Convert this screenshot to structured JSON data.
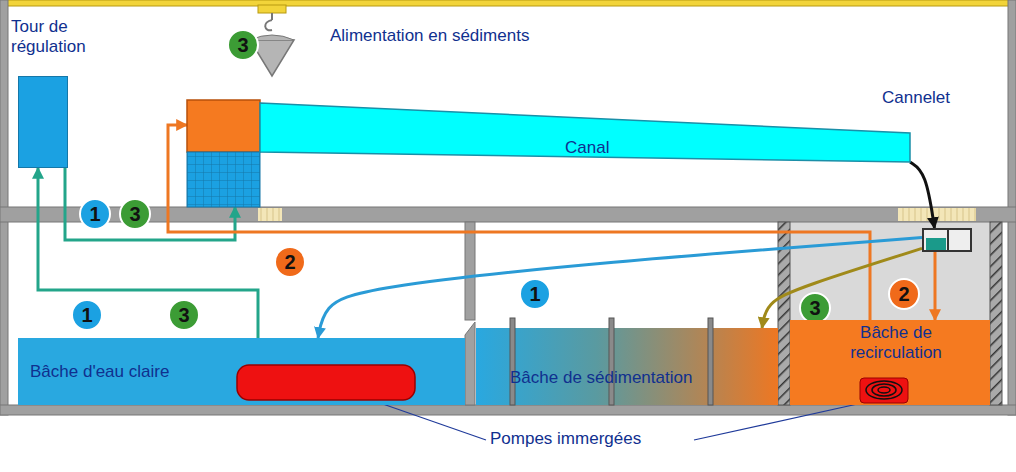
{
  "diagram": {
    "nodes": [
      {
        "text": [
          "Tour de régulation"
        ]
      },
      {
        "text": [
          "Canal"
        ]
      },
      {
        "text": [
          "Cannelet"
        ]
      },
      {
        "text": [
          "Bâche d'eau claire"
        ]
      },
      {
        "text": [
          "Bâche de sédimentation"
        ]
      },
      {
        "text": [
          "Bâche de recirculation"
        ]
      }
    ],
    "edges": [
      {
        "from": 3,
        "to": 0,
        "arrow": "to"
      },
      {
        "from": 0,
        "to": 1,
        "arrow": "to"
      },
      {
        "from": 5,
        "to": 1,
        "arrow": "to"
      },
      {
        "from": 1,
        "to": 2,
        "arrow": "to"
      },
      {
        "from": 2,
        "to": 5,
        "arrow": "to"
      },
      {
        "from": 2,
        "to": 3,
        "arrow": "to"
      },
      {
        "from": 2,
        "to": 4,
        "arrow": "to"
      }
    ],
    "labels": [
      "Alimentation en sédiments",
      "3",
      "1",
      "3",
      "2",
      "1",
      "3",
      "1",
      "3",
      "2",
      "Pompes immergées"
    ]
  }
}
